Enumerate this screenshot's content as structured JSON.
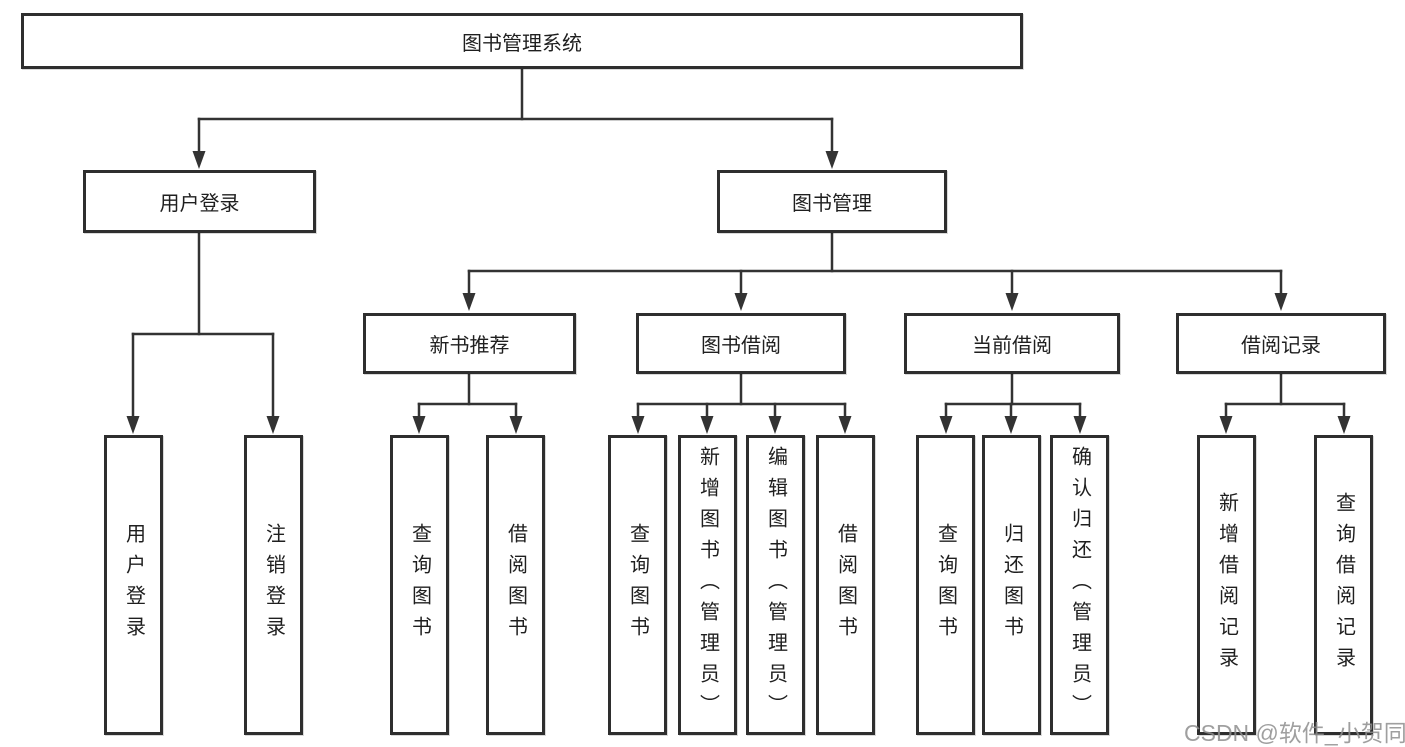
{
  "tree": {
    "root": "图书管理系统",
    "branches": [
      {
        "label": "用户登录",
        "children": [
          "用户登录",
          "注销登录"
        ]
      },
      {
        "label": "图书管理",
        "sections": [
          {
            "label": "新书推荐",
            "children": [
              "查询图书",
              "借阅图书"
            ]
          },
          {
            "label": "图书借阅",
            "children": [
              "查询图书",
              "新增图书（管理员）",
              "编辑图书（管理员）",
              "借阅图书"
            ]
          },
          {
            "label": "当前借阅",
            "children": [
              "查询图书",
              "归还图书",
              "确认归还（管理员）"
            ]
          },
          {
            "label": "借阅记录",
            "children": [
              "新增借阅记录",
              "查询借阅记录"
            ]
          }
        ]
      }
    ]
  },
  "watermark": {
    "text": "CSDN @软件_小贺同学"
  },
  "colors": {
    "line": "#333333",
    "box_border": "#2e2e2e",
    "text": "#1f1f1f",
    "watermark": "#8f8f8f",
    "background": "#ffffff"
  }
}
